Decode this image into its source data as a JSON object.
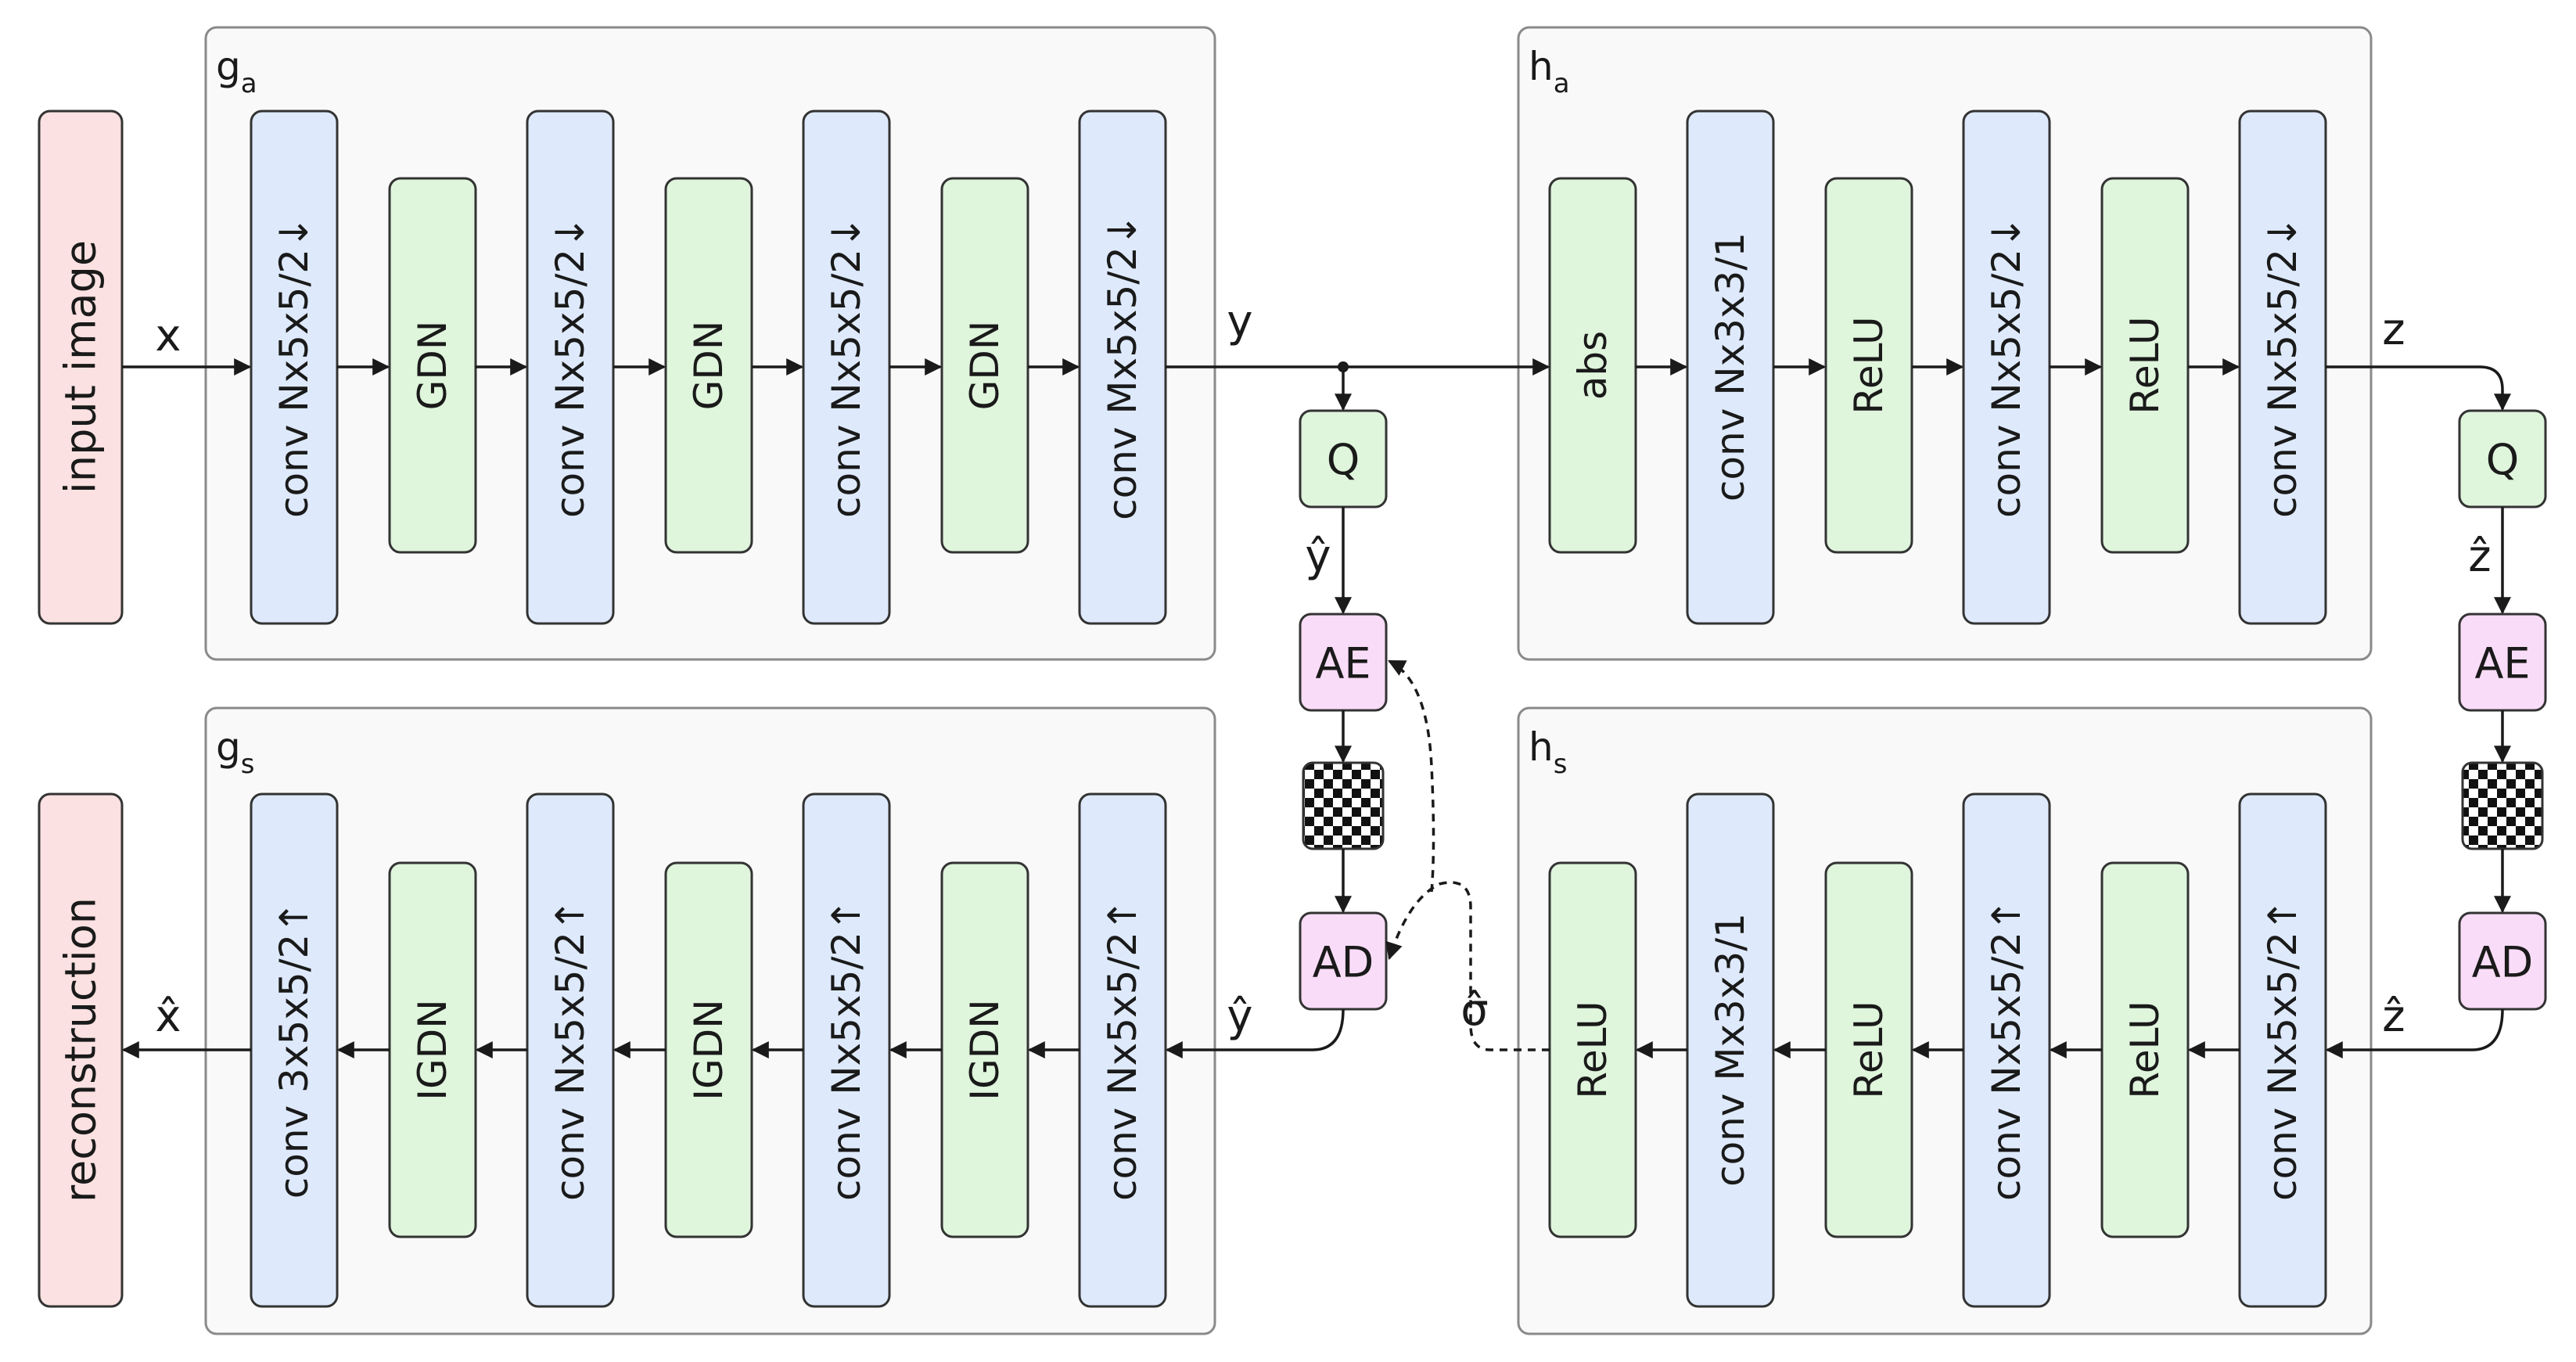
{
  "colors": {
    "conv_fill": "#deeafc",
    "nonlin_fill": "#dff5dc",
    "io_fill": "#fbe1e1",
    "coder_fill": "#f9dcf7",
    "panel_fill": "#f9f9f9",
    "panel_stroke": "#8a8a8a",
    "line": "#1a1a1a"
  },
  "panels": {
    "ga": {
      "label": "g",
      "sub": "a"
    },
    "ha": {
      "label": "h",
      "sub": "a"
    },
    "gs": {
      "label": "g",
      "sub": "s"
    },
    "hs": {
      "label": "h",
      "sub": "s"
    }
  },
  "io": {
    "input": "input image",
    "output": "reconstruction"
  },
  "ga_blocks": [
    "conv Nx5x5/2↓",
    "GDN",
    "conv Nx5x5/2↓",
    "GDN",
    "conv Nx5x5/2↓",
    "GDN",
    "conv Mx5x5/2↓"
  ],
  "ha_blocks": [
    "abs",
    "conv Nx3x3/1",
    "ReLU",
    "conv Nx5x5/2↓",
    "ReLU",
    "conv Nx5x5/2↓"
  ],
  "gs_blocks": [
    "conv 3x5x5/2↑",
    "IGDN",
    "conv Nx5x5/2↑",
    "IGDN",
    "conv Nx5x5/2↑",
    "IGDN",
    "conv Nx5x5/2↑"
  ],
  "hs_blocks": [
    "ReLU",
    "conv Mx3x3/1",
    "ReLU",
    "conv Nx5x5/2↑",
    "ReLU",
    "conv Nx5x5/2↑"
  ],
  "coders": {
    "q": "Q",
    "ae": "AE",
    "ad": "AD"
  },
  "signals": {
    "x": "x",
    "y": "y",
    "y_hat": "ŷ",
    "z": "z",
    "z_hat": "ẑ",
    "x_hat": "x̂",
    "sigma_hat": "σ̂"
  }
}
